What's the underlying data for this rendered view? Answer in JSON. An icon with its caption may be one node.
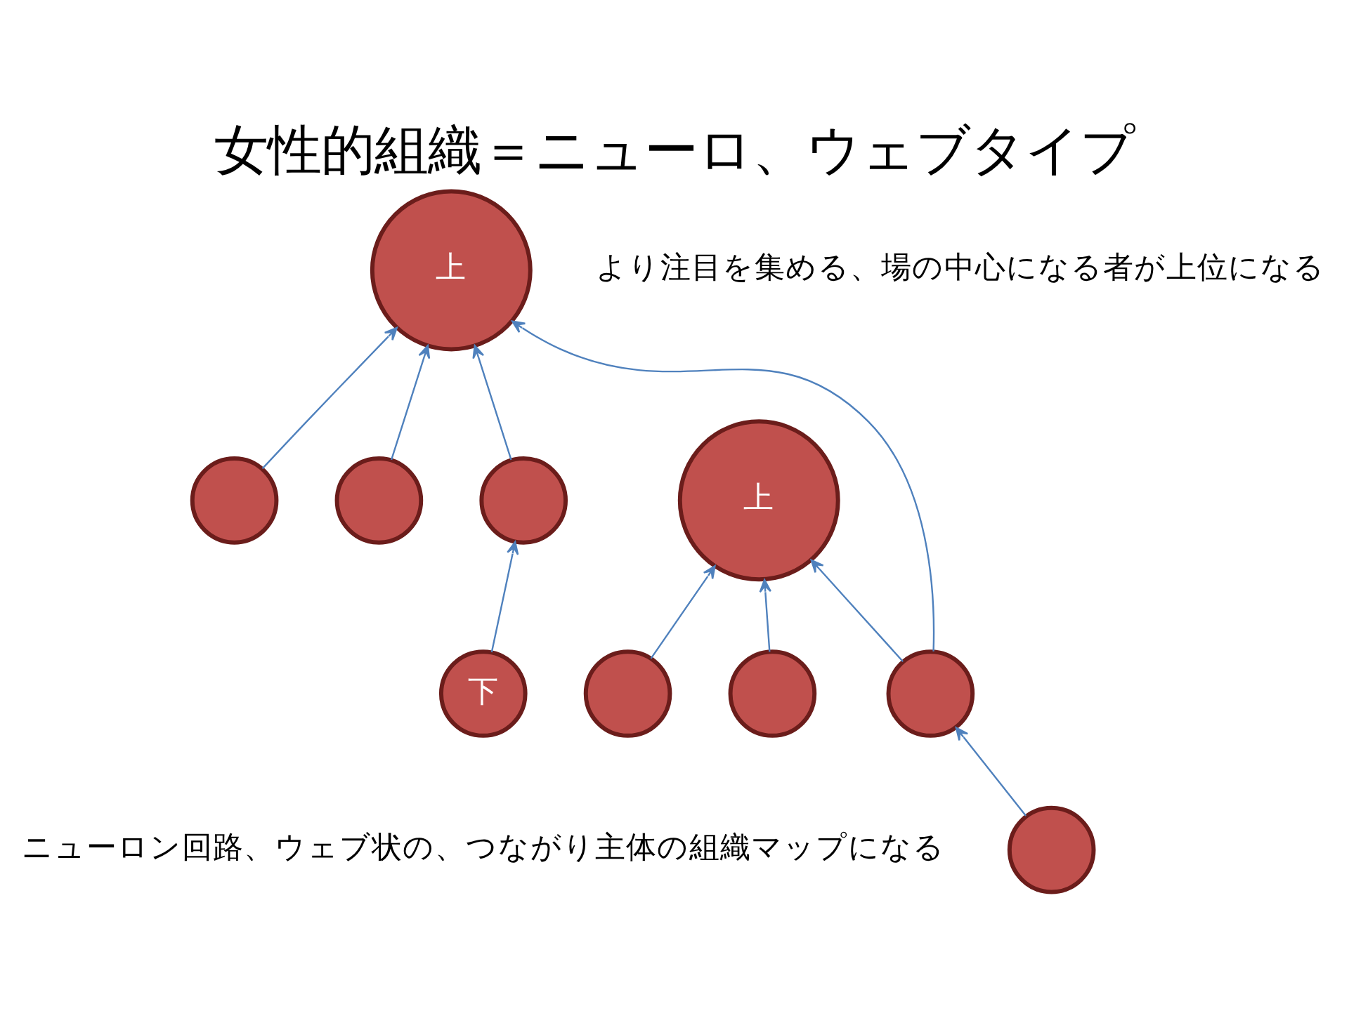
{
  "diagram": {
    "title": "女性的組織＝ニューロ、ウェブタイプ",
    "nodes": [
      {
        "text": [],
        "shape": "circle"
      },
      {
        "text": [],
        "shape": "circle"
      },
      {
        "text": [
          "上"
        ]
      },
      {
        "text": [],
        "shape": "circle"
      },
      {
        "text": [
          "下"
        ]
      },
      {
        "text": [],
        "shape": "circle"
      },
      {
        "text": [],
        "shape": "circle"
      },
      {
        "text": [
          "上"
        ]
      },
      {
        "text": [],
        "shape": "circle"
      },
      {
        "text": [],
        "shape": "circle"
      }
    ],
    "edges": [
      {
        "from": 0,
        "to": 2,
        "arrow": "to"
      },
      {
        "from": 1,
        "to": 2,
        "arrow": "to"
      },
      {
        "from": 3,
        "to": 2,
        "arrow": "to"
      },
      {
        "from": 4,
        "to": 3,
        "arrow": "to"
      },
      {
        "from": 5,
        "to": 2,
        "arrow": "to"
      },
      {
        "from": 6,
        "to": 5,
        "arrow": "to"
      },
      {
        "from": 5,
        "to": 7,
        "arrow": "to"
      },
      {
        "from": 8,
        "to": 7,
        "arrow": "to"
      },
      {
        "from": 9,
        "to": 7,
        "arrow": "to"
      }
    ],
    "labels": [
      "より注目を集める、場の中心になる者が上位になる",
      "ニューロン回路、ウェブ状の、つながり主体の組織マップになる"
    ]
  }
}
